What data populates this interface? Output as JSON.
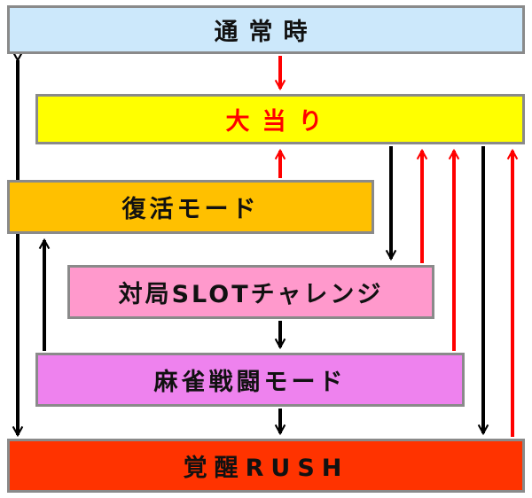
{
  "nodes": {
    "normal": "通常時",
    "hit": "大当り",
    "revival": "復活モード",
    "slot_challenge": "対局SLOTチャレンジ",
    "mahjong_battle": "麻雀戦闘モード",
    "rush": "覚醒RUSH"
  },
  "edges": [
    {
      "from": "normal",
      "to": "hit",
      "color": "#ff0000"
    },
    {
      "from": "revival",
      "to": "hit",
      "color": "#ff0000"
    },
    {
      "from": "hit",
      "to": "slot_challenge",
      "color": "#000000"
    },
    {
      "from": "slot_challenge",
      "to": "hit",
      "color": "#ff0000"
    },
    {
      "from": "mahjong_battle",
      "to": "hit",
      "color": "#ff0000"
    },
    {
      "from": "hit",
      "to": "rush",
      "color": "#000000"
    },
    {
      "from": "rush",
      "to": "hit",
      "color": "#ff0000"
    },
    {
      "from": "slot_challenge",
      "to": "mahjong_battle",
      "color": "#000000"
    },
    {
      "from": "mahjong_battle",
      "to": "revival",
      "color": "#000000"
    },
    {
      "from": "mahjong_battle",
      "to": "rush",
      "color": "#000000"
    },
    {
      "from": "normal",
      "to": "rush",
      "color": "#000000"
    }
  ],
  "colors": {
    "normal": "#cce8fb",
    "hit": "#ffff00",
    "hit_text": "#ff0000",
    "revival": "#ffc000",
    "slot_challenge": "#ff99cc",
    "mahjong_battle": "#ee82ee",
    "rush": "#ff3300",
    "arrow_red": "#ff0000",
    "arrow_black": "#000000"
  }
}
